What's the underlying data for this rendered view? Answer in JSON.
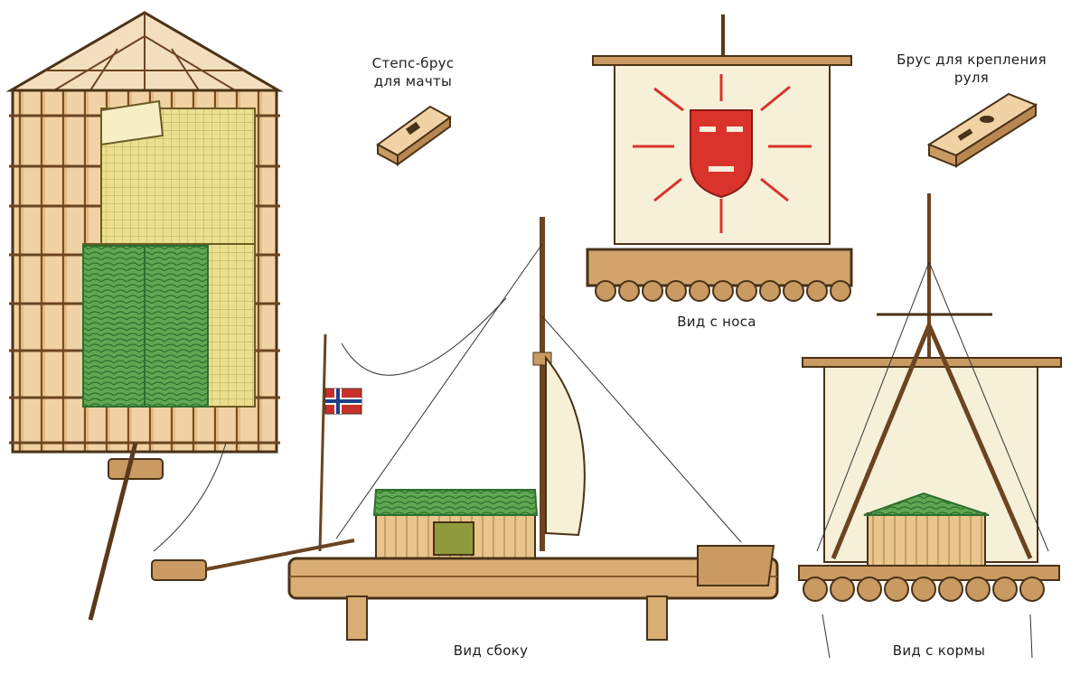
{
  "labels": {
    "mast_step_block_line1": "Степс-брус",
    "mast_step_block_line2": "для мачты",
    "rudder_block_line1": "Брус для крепления",
    "rudder_block_line2": "руля",
    "bow_view": "Вид с носа",
    "side_view": "Вид сбоку",
    "stern_view": "Вид с кормы"
  },
  "colors": {
    "wood_light": "#e9c79a",
    "wood_mid": "#c99a62",
    "wood_dark": "#8b5a2b",
    "outline": "#4a3218",
    "cabin_straw": "#e8dc8a",
    "cabin_grid": "#b8a84a",
    "roof_green": "#5ea64e",
    "roof_green_dark": "#2f6e2e",
    "sail_cream": "#f7f2dc",
    "sun_red": "#d9332b",
    "flag_red": "#c9302c",
    "flag_blue": "#1f3f8a"
  },
  "icons": [
    "norwegian-flag-icon",
    "sun-god-face-icon"
  ]
}
